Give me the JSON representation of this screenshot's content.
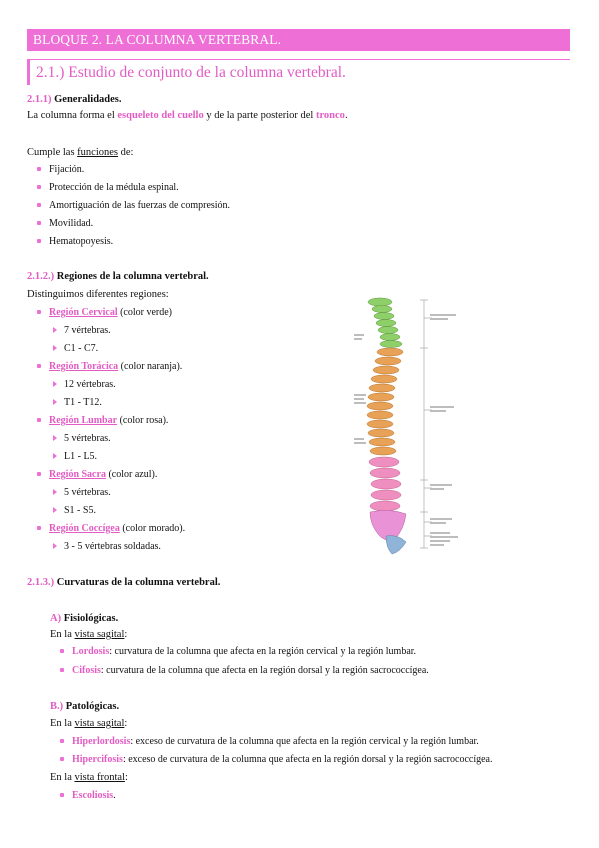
{
  "banner": "BLOQUE 2. LA COLUMNA VERTEBRAL.",
  "section": "2.1.) Estudio de conjunto de la columna vertebral.",
  "s211": {
    "num": "2.1.1)",
    "title": "Generalidades.",
    "intro_a": "La columna forma el ",
    "intro_b": "esqueleto del cuello",
    "intro_c": " y de la parte posterior del ",
    "intro_d": "tronco",
    "intro_e": ".",
    "func_a": "Cumple las ",
    "func_b": "funciones",
    "func_c": " de:",
    "items": [
      "Fijación.",
      "Protección de la médula espinal.",
      "Amortiguación de las fuerzas de compresión.",
      "Movilidad.",
      "Hematopoyesis."
    ]
  },
  "s212": {
    "num": "2.1.2.)",
    "title": "Regiones de la columna vertebral.",
    "intro": "Distinguimos diferentes regiones:",
    "regions": [
      {
        "name": "Región Cervical",
        "desc": " (color verde)",
        "subs": [
          "7 vértebras.",
          "C1 - C7."
        ]
      },
      {
        "name": "Región Torácica",
        "desc": " (color naranja).",
        "subs": [
          "12 vértebras.",
          "T1 - T12."
        ]
      },
      {
        "name": "Región Lumbar",
        "desc": " (color rosa).",
        "subs": [
          "5 vértebras.",
          "L1 - L5."
        ]
      },
      {
        "name": "Región Sacra",
        "desc": " (color azul).",
        "subs": [
          "5 vértebras.",
          "S1 - S5."
        ]
      },
      {
        "name": "Región Coccígea",
        "desc": " (color morado).",
        "subs": [
          "3 - 5 vértebras soldadas."
        ]
      }
    ]
  },
  "s213": {
    "num": "2.1.3.)",
    "title": "Curvaturas de la columna vertebral.",
    "a_num": "A)",
    "a_title": "Fisiológicas.",
    "en_la": "En la ",
    "vista_sagital": "vista sagital",
    "colon": ":",
    "a_items": [
      {
        "term": "Lordosis",
        "text": ": curvatura de la columna que afecta en la región cervical y la región lumbar."
      },
      {
        "term": "Cifosis",
        "text": ": curvatura de la columna que afecta en la región dorsal y la región sacrococcígea."
      }
    ],
    "b_num": "B.)",
    "b_title": "Patológicas.",
    "b_items": [
      {
        "term": "Hiperlordosis",
        "text": ": exceso de curvatura de la columna que afecta en la región cervical y la región lumbar."
      },
      {
        "term": "Hipercifosis",
        "text": ": exceso de curvatura de la columna que afecta en la región dorsal y la región sacrococcígea."
      }
    ],
    "vista_frontal": "vista frontal",
    "c_items": [
      {
        "term": "Escoliosis",
        "text": "."
      }
    ]
  },
  "colors": {
    "accent": "#ee6fd6",
    "cervical": "#8fcf6a",
    "thoracic": "#e8a257",
    "lumbar": "#ef8fc0",
    "sacral": "#e993d6",
    "coccyx": "#8fb4d8"
  }
}
